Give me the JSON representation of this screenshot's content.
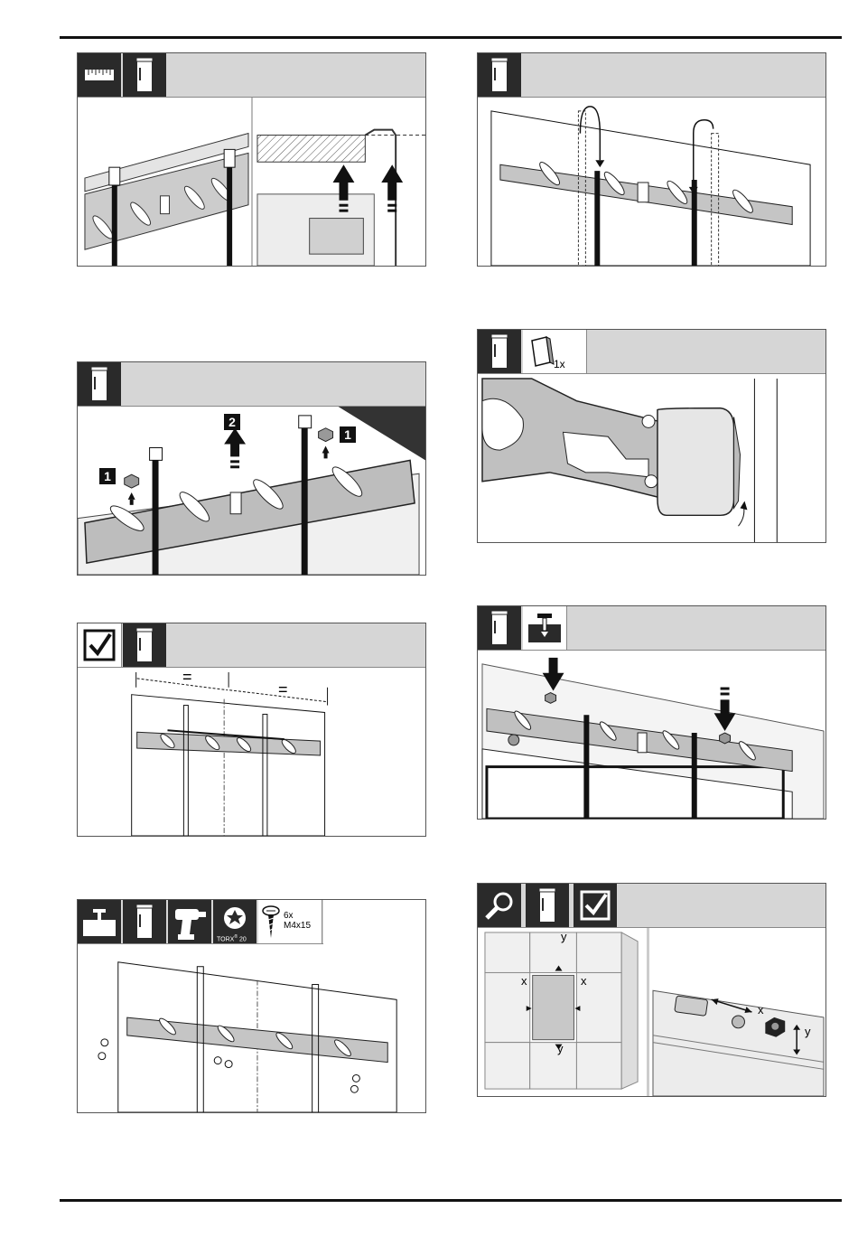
{
  "header": {
    "rule_color": "#111111"
  },
  "panels": {
    "p1": {
      "icons": [
        "ruler-icon",
        "door-panel-icon"
      ]
    },
    "p2": {
      "icons": [
        "door-panel-icon"
      ],
      "step_labels": [
        "1",
        "2",
        "1"
      ]
    },
    "p3": {
      "icons": [
        "checkmark-icon",
        "door-panel-icon"
      ],
      "equal_marks": [
        "=",
        "="
      ]
    },
    "p4": {
      "icons": [
        "screw-fix-icon",
        "door-panel-icon",
        "cordless-drill-icon",
        "torx-bit-icon",
        "screw-icon"
      ],
      "torx_label": "TORX",
      "torx_size": "20",
      "screw_qty": "6x",
      "screw_spec": "M4x15"
    },
    "p5": {
      "icons": [
        "door-panel-icon"
      ]
    },
    "p6": {
      "icons": [
        "door-panel-icon",
        "end-cap-icon"
      ],
      "cap_qty": "1x"
    },
    "p7": {
      "icons": [
        "door-panel-icon",
        "screw-down-icon"
      ]
    },
    "p8": {
      "icons": [
        "magnifier-icon",
        "door-panel-icon",
        "checkmark-icon"
      ],
      "gap_labels": {
        "y_top": "y",
        "x_left": "x",
        "x_right": "x",
        "y_bottom": "y",
        "x_detail": "x",
        "y_detail": "y"
      }
    }
  },
  "colors": {
    "header_band": "#d6d6d6",
    "icon_tile": "#2a2a2a",
    "bracket": "#b8b8b8",
    "arrow": "#111111"
  }
}
